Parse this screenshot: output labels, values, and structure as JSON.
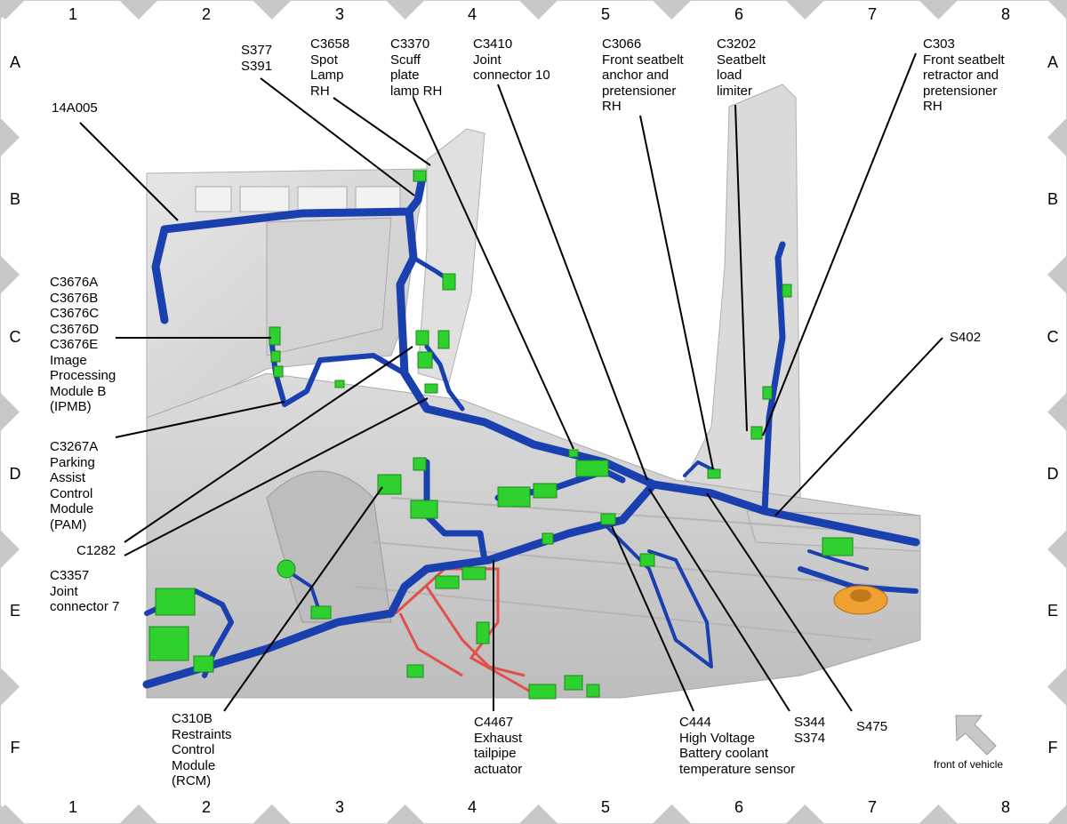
{
  "grid": {
    "columns": [
      "1",
      "2",
      "3",
      "4",
      "5",
      "6",
      "7",
      "8"
    ],
    "rows": [
      "A",
      "B",
      "C",
      "D",
      "E",
      "F"
    ]
  },
  "labels": [
    {
      "id": "14a005",
      "text": "14A005"
    },
    {
      "id": "s377-s391",
      "text": "S377\nS391"
    },
    {
      "id": "c3658",
      "text": "C3658\nSpot\nLamp\nRH"
    },
    {
      "id": "c3370",
      "text": "C3370\nScuff\nplate\nlamp RH"
    },
    {
      "id": "c3410",
      "text": "C3410\nJoint\nconnector 10"
    },
    {
      "id": "c3066",
      "text": "C3066\nFront seatbelt\nanchor and\npretensioner\nRH"
    },
    {
      "id": "c3202",
      "text": "C3202\nSeatbelt\nload\nlimiter"
    },
    {
      "id": "c303",
      "text": "C303\nFront seatbelt\nretractor and\npretensioner\nRH"
    },
    {
      "id": "c3676",
      "text": "C3676A\nC3676B\nC3676C\nC3676D\nC3676E\nImage\nProcessing\nModule B\n(IPMB)"
    },
    {
      "id": "s402",
      "text": "S402"
    },
    {
      "id": "c3267a",
      "text": "C3267A\nParking\nAssist\nControl\nModule\n(PAM)"
    },
    {
      "id": "c1282",
      "text": "C1282"
    },
    {
      "id": "c3357",
      "text": "C3357\nJoint\nconnector 7"
    },
    {
      "id": "c310b",
      "text": "C310B\nRestraints\nControl\nModule\n(RCM)"
    },
    {
      "id": "c4467",
      "text": "C4467\nExhaust\ntailpipe\nactuator"
    },
    {
      "id": "c444",
      "text": "C444\nHigh Voltage\nBattery coolant\ntemperature sensor"
    },
    {
      "id": "s344-s374",
      "text": "S344\nS374"
    },
    {
      "id": "s475",
      "text": "S475"
    }
  ],
  "orientation": {
    "text": "front of vehicle"
  },
  "colors": {
    "harness": "#1a3fae",
    "harness_highlight": "#4a72e0",
    "connector": "#2fd12f",
    "hv_wire": "#e0504a",
    "orange_part": "#f0a030",
    "body_panel": "#d9d9d9",
    "border_diamond": "#c8c8c8"
  }
}
